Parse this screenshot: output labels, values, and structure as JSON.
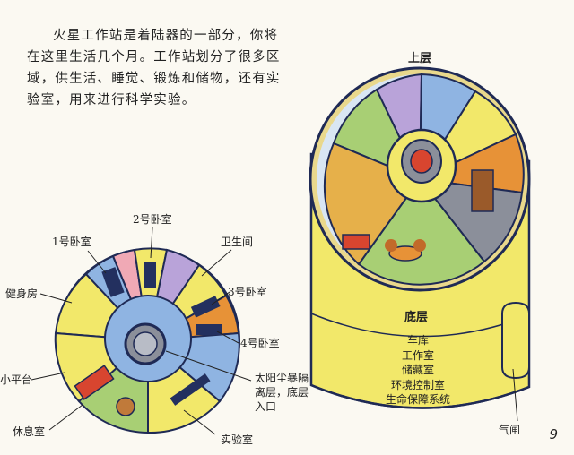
{
  "intro_text": "火星工作站是着陆器的一部分，你将在这里生活几个月。工作站划分了很多区域，供生活、睡觉、锻炼和储物，还有实验室，用来进行科学实验。",
  "floor_plan_labels": {
    "bedroom_1": "1号卧室",
    "bedroom_2": "2号卧室",
    "bathroom": "卫生间",
    "bedroom_3": "3号卧室",
    "bedroom_4": "4号卧室",
    "gym": "健身房",
    "platform": "小平台",
    "lounge": "休息室",
    "lab": "实验室",
    "storm_shelter": "太阳尘暴隔离层，底层入口"
  },
  "storm_shelter_lines": [
    "太阳尘暴隔",
    "离层，底层",
    "入口"
  ],
  "station": {
    "upper_floor": "上层",
    "lower_floor": "底层",
    "lower_rooms": [
      "车库",
      "工作室",
      "储藏室",
      "环境控制室",
      "生命保障系统"
    ],
    "airlock": "气闸"
  },
  "page_number": "9",
  "colors": {
    "yellow": "#f2e86a",
    "blue": "#8fb4e2",
    "navy": "#23305f",
    "green": "#a8cf74",
    "red": "#d8452f",
    "purple": "#b9a3d9",
    "orange": "#e79237",
    "pink": "#f0a9b5",
    "grey": "#8b8f9a"
  }
}
